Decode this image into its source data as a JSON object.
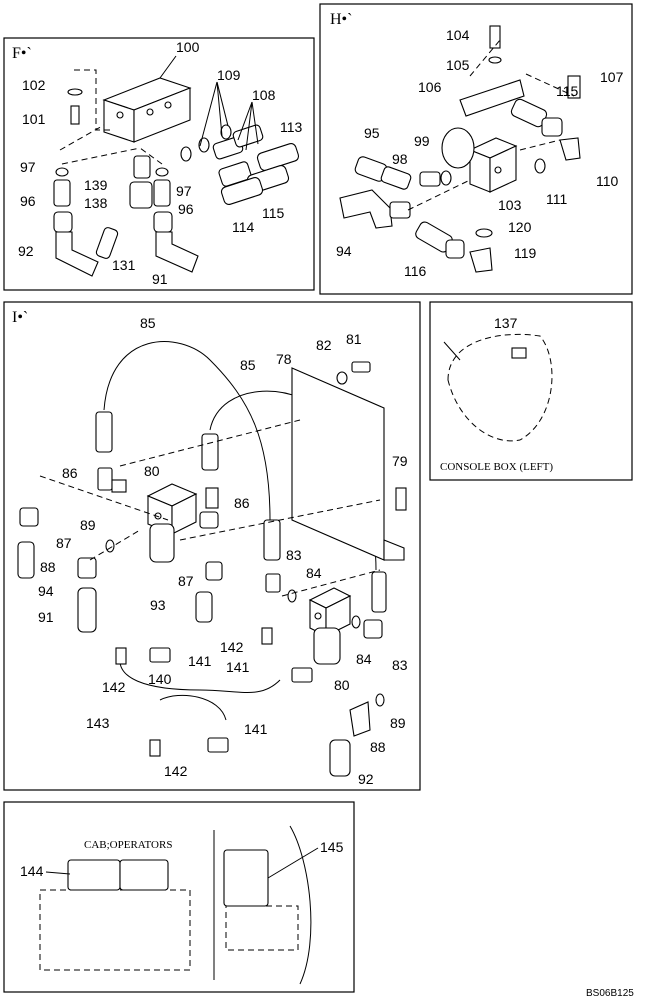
{
  "panels": {
    "f": {
      "title": "F•`"
    },
    "h": {
      "title": "H•`"
    },
    "i": {
      "title": "I•`"
    },
    "console": {
      "caption": "CONSOLE BOX (LEFT)"
    },
    "cab": {
      "caption": "CAB;OPERATORS"
    }
  },
  "callouts": {
    "f": [
      "100",
      "102",
      "101",
      "109",
      "108",
      "113",
      "97",
      "139",
      "97",
      "96",
      "138",
      "96",
      "115",
      "114",
      "92",
      "131",
      "91"
    ],
    "h": [
      "104",
      "105",
      "107",
      "106",
      "115",
      "95",
      "99",
      "98",
      "110",
      "103",
      "111",
      "94",
      "120",
      "119",
      "116"
    ],
    "i": [
      "85",
      "81",
      "82",
      "85",
      "78",
      "79",
      "86",
      "80",
      "86",
      "87",
      "89",
      "88",
      "94",
      "91",
      "87",
      "93",
      "83",
      "84",
      "142",
      "141",
      "84",
      "83",
      "141",
      "80",
      "142",
      "140",
      "143",
      "141",
      "89",
      "88",
      "142",
      "92"
    ],
    "console": [
      "137"
    ],
    "cab": [
      "144",
      "145"
    ]
  },
  "footer": {
    "code": "BS06B125"
  }
}
